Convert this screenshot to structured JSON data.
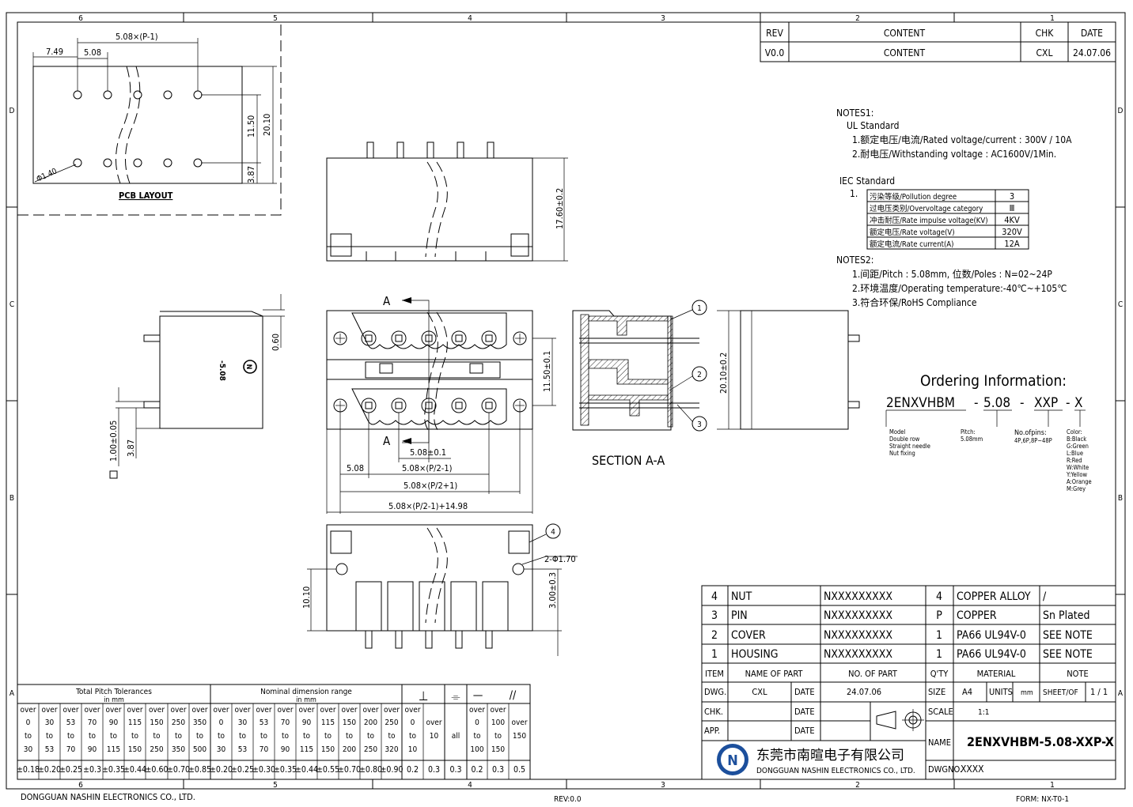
{
  "frame": {
    "columns": [
      "6",
      "5",
      "4",
      "3",
      "2",
      "1"
    ],
    "rows": [
      "D",
      "C",
      "B",
      "A"
    ],
    "company_footer": "DONGGUAN NASHIN ELECTRONICS CO., LTD.",
    "rev_footer": "REV:0.0",
    "form_footer": "FORM: NX-T0-1"
  },
  "revision_table": {
    "headers": [
      "REV",
      "CONTENT",
      "CHK",
      "DATE"
    ],
    "row": [
      "V0.0",
      "CONTENT",
      "CXL",
      "24.07.06"
    ]
  },
  "notes1": {
    "title": "NOTES1:",
    "ul_title": "UL Standard",
    "ul_lines": [
      "1.额定电压/电流/Rated voltage/current : 300V / 10A",
      "2.耐电压/Withstanding voltage : AC1600V/1Min."
    ],
    "iec_title": "IEC Standard",
    "iec_num": "1.",
    "iec_rows": [
      {
        "label": "污染等级/Pollution degree",
        "value": "3"
      },
      {
        "label": "过电压类别/Overvoltage category",
        "value": "Ⅲ"
      },
      {
        "label": "冲击耐压/Rate impulse voltage(KV)",
        "value": "4KV"
      },
      {
        "label": "额定电压/Rate voltage(V)",
        "value": "320V"
      },
      {
        "label": "额定电流/Rate current(A)",
        "value": "12A"
      }
    ]
  },
  "notes2": {
    "title": "NOTES2:",
    "lines": [
      "1.间距/Pitch : 5.08mm, 位数/Poles : N=02~24P",
      "2.环境温度/Operating temperature:-40℃~+105℃",
      "3.符合环保/RoHS Compliance"
    ]
  },
  "ordering": {
    "title": "Ordering Information:",
    "code_parts": [
      "2ENXVHBM",
      "-",
      "5.08",
      "-",
      "XXP",
      "-",
      "X"
    ],
    "model_lines": [
      "Model",
      "Double row",
      "Straight needle",
      "Nut fixing"
    ],
    "pitch_lines": [
      "Pitch:",
      "5.08mm"
    ],
    "pins_lines": [
      "No.ofpins:",
      "4P,6P,8P~48P"
    ],
    "color_lines": [
      "Color:",
      "B:Black",
      "G:Green",
      "L:Blue",
      "R:Red",
      "W:White",
      "Y:Yellow",
      "A:Orange",
      "M:Grey"
    ]
  },
  "pcb": {
    "title": "PCB LAYOUT",
    "dims": [
      "5.08×(P-1)",
      "7.49",
      "5.08",
      "11.50",
      "20.10",
      "3.87",
      "Φ1.40"
    ]
  },
  "views": {
    "top_height": "17.60±0.2",
    "side_dims": [
      "0.60",
      "1.00±0.05",
      "3.87"
    ],
    "side_marking": "-5.08",
    "front_dims": [
      "11.50±0.1",
      "5.08±0.1",
      "5.08×(P/2-1)",
      "5.08",
      "5.08×(P/2+1)",
      "5.08×(P/2-1)+14.98"
    ],
    "section_label": "SECTION A-A",
    "section_marker": "A",
    "right_height": "20.10±0.2",
    "bottom_dims": [
      "10.10",
      "3.00±0.3",
      "2-Φ1.70"
    ],
    "balloons": [
      "1",
      "2",
      "3",
      "4"
    ]
  },
  "bom": [
    {
      "item": "4",
      "name": "NUT",
      "part": "NXXXXXXXXX",
      "qty": "4",
      "material": "COPPER ALLOY",
      "note": "/"
    },
    {
      "item": "3",
      "name": "PIN",
      "part": "NXXXXXXXXX",
      "qty": "P",
      "material": "COPPER",
      "note": "Sn Plated"
    },
    {
      "item": "2",
      "name": "COVER",
      "part": "NXXXXXXXXX",
      "qty": "1",
      "material": "PA66 UL94V-0",
      "note": "SEE NOTE"
    },
    {
      "item": "1",
      "name": "HOUSING",
      "part": "NXXXXXXXXX",
      "qty": "1",
      "material": "PA66 UL94V-0",
      "note": "SEE NOTE"
    }
  ],
  "bom_header": [
    "ITEM",
    "NAME OF PART",
    "NO. OF PART",
    "Q'TY",
    "MATERIAL",
    "NOTE"
  ],
  "title_block": {
    "dwg_label": "DWG.",
    "dwg_value": "CXL",
    "date_label": "DATE",
    "date_value": "24.07.06",
    "chk_label": "CHK.",
    "app_label": "APP.",
    "size_label": "SIZE",
    "size_value": "A4",
    "units_label": "UNITS",
    "units_value": "mm",
    "sheet_label": "SHEET/OF",
    "sheet_value": "1 / 1",
    "scale_label": "SCALE",
    "scale_value": "1:1",
    "name_label": "NAME",
    "name_value": "2ENXVHBM-5.08-XXP-X",
    "dwgno_label": "DWGNO.",
    "dwgno_value": "XXXX",
    "company_cn": "东莞市南暄电子有限公司",
    "company_en": "DONGGUAN NASHIN ELECTRONICS CO., LTD.",
    "logo_letter": "N"
  },
  "tolerance": {
    "pitch_title": "Total Pitch Tolerances",
    "pitch_unit": "in mm",
    "nominal_title": "Nominal dimension range",
    "nominal_unit": "in mm",
    "symbols": [
      "⊥",
      "⌯",
      "—",
      "//"
    ],
    "over_row": [
      "over",
      "over",
      "over",
      "over",
      "over",
      "over",
      "over",
      "over",
      "over",
      "over",
      "over",
      "over",
      "over",
      "over",
      "over",
      "over",
      "over",
      "over",
      "over",
      "",
      "",
      "over",
      "over",
      ""
    ],
    "from_row": [
      "0",
      "30",
      "53",
      "70",
      "90",
      "115",
      "150",
      "250",
      "350",
      "0",
      "30",
      "53",
      "70",
      "90",
      "115",
      "150",
      "200",
      "250",
      "0",
      "over",
      "",
      "0",
      "100",
      "over"
    ],
    "to_row": [
      "to",
      "to",
      "to",
      "to",
      "to",
      "to",
      "to",
      "to",
      "to",
      "to",
      "to",
      "to",
      "to",
      "to",
      "to",
      "to",
      "to",
      "to",
      "to",
      "10",
      "all",
      "to",
      "to",
      "150"
    ],
    "upto_row": [
      "30",
      "53",
      "70",
      "90",
      "115",
      "150",
      "250",
      "350",
      "500",
      "30",
      "53",
      "70",
      "90",
      "115",
      "150",
      "200",
      "250",
      "320",
      "10",
      "",
      "",
      "100",
      "150",
      ""
    ],
    "tol_row": [
      "±0.18",
      "±0.20",
      "±0.25",
      "±0.3",
      "±0.35",
      "±0.44",
      "±0.60",
      "±0.70",
      "±0.85",
      "±0.20",
      "±0.25",
      "±0.30",
      "±0.35",
      "±0.44",
      "±0.55",
      "±0.70",
      "±0.80",
      "±0.90",
      "0.2",
      "0.3",
      "0.3",
      "0.2",
      "0.3",
      "0.5"
    ]
  }
}
